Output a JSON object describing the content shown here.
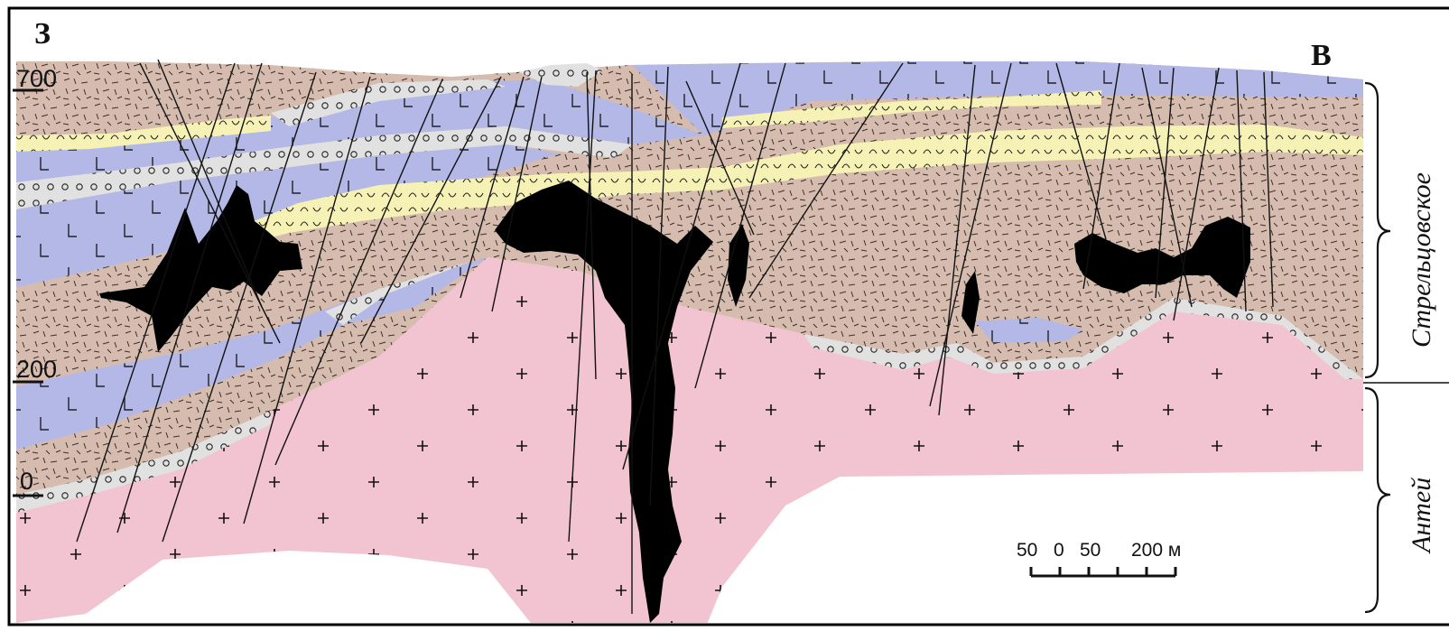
{
  "corners": {
    "west": "З",
    "east": "В"
  },
  "elevations": [
    "700",
    "200",
    "0"
  ],
  "deposits": {
    "upper": "Стрельцовское",
    "lower": "Антей"
  },
  "scale": {
    "labels": [
      "50",
      "0",
      "50",
      "200 м"
    ]
  },
  "colors": {
    "frame": "#000000",
    "tuff": "#d6bcae",
    "basalt": "#b3b8e6",
    "conglomerate": "#e1e1e1",
    "ignimbrite": "#f6f2b6",
    "granite": "#f2c3d0",
    "ore": "#000000",
    "background": "#ffffff"
  }
}
